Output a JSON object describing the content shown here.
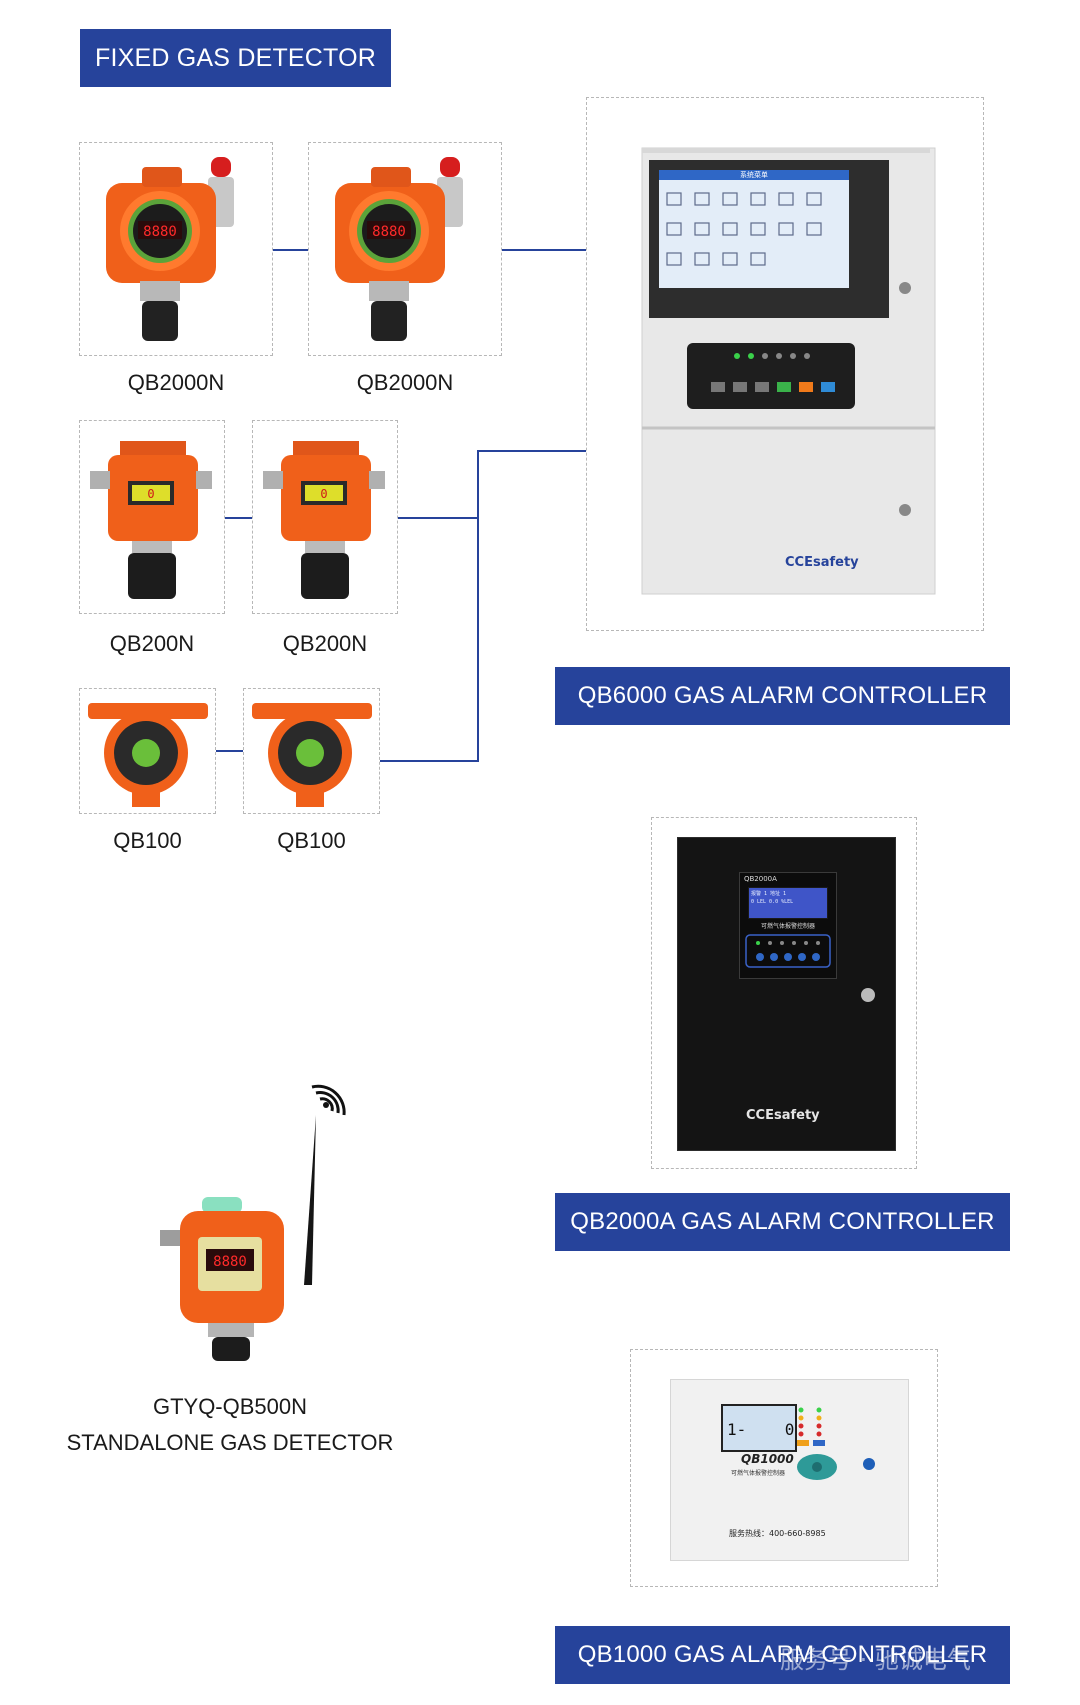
{
  "header": {
    "title": "FIXED GAS DETECTOR"
  },
  "detectors": [
    {
      "model": "QB2000N"
    },
    {
      "model": "QB2000N"
    },
    {
      "model": "QB200N"
    },
    {
      "model": "QB200N"
    },
    {
      "model": "QB100"
    },
    {
      "model": "QB100"
    }
  ],
  "controllers": {
    "qb6000": {
      "label": "QB6000 GAS ALARM CONTROLLER",
      "brand": "CCEsafety",
      "screen_title": "系统菜单"
    },
    "qb2000a": {
      "label": "QB2000A GAS ALARM CONTROLLER",
      "brand": "CCEsafety",
      "model_tag": "QB2000A",
      "panel_name": "可燃气体报警控制器",
      "lcd_line1": "报警 1    地址 1",
      "lcd_line2": "0 LEL      0.0 %LEL"
    },
    "qb1000": {
      "label": "QB1000 GAS ALARM CONTROLLER",
      "model_tag": "QB1000",
      "panel_name": "可燃气体报警控制器",
      "hotline": "服务热线：400-660-8985",
      "lcd_value": "1-    0"
    }
  },
  "standalone": {
    "line1": "GTYQ-QB500N",
    "line2": "STANDALONE GAS DETECTOR"
  },
  "watermark": "服务号 · 驰诚电气",
  "colors": {
    "banner": "#26439b",
    "orange": "#f0601a",
    "connector": "#26439b"
  }
}
